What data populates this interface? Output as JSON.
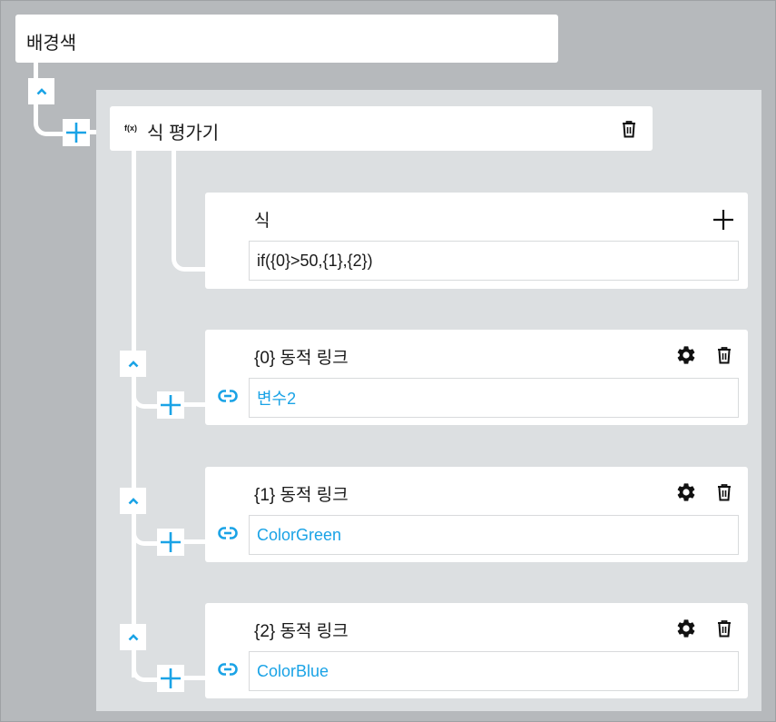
{
  "colors": {
    "accent": "#1aa3e6",
    "background": "#b6b9bc",
    "panel": "#dcdfe1",
    "card": "#ffffff",
    "text": "#1a1a1a"
  },
  "root_node": {
    "title": "배경색"
  },
  "evaluator": {
    "fx_label": "f(x)",
    "title": "식 평가기",
    "delete_icon": "trash-icon"
  },
  "expression": {
    "label": "식",
    "add_icon": "plus-icon",
    "value": "if({0}>50,{1},{2})"
  },
  "links": [
    {
      "title": "{0} 동적 링크",
      "value": "변수2",
      "settings_icon": "gear-icon",
      "delete_icon": "trash-icon"
    },
    {
      "title": "{1} 동적 링크",
      "value": "ColorGreen",
      "settings_icon": "gear-icon",
      "delete_icon": "trash-icon"
    },
    {
      "title": "{2} 동적 링크",
      "value": "ColorBlue",
      "settings_icon": "gear-icon",
      "delete_icon": "trash-icon"
    }
  ]
}
